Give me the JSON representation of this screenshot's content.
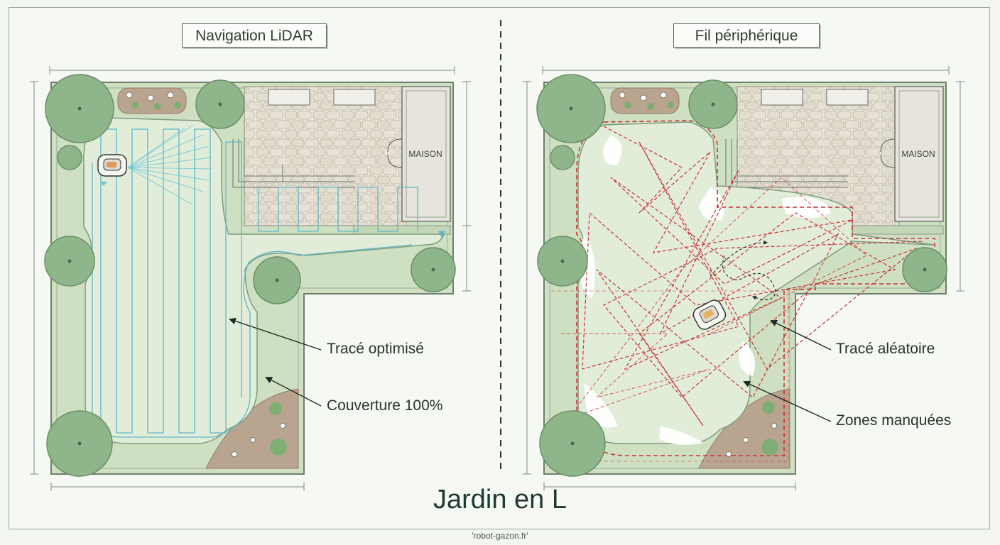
{
  "panels": {
    "left": {
      "title": "Navigation LiDAR",
      "house_label": "MAISON",
      "callouts": [
        "Tracé optimisé",
        "Couverture 100%"
      ]
    },
    "right": {
      "title": "Fil périphérique",
      "house_label": "MAISON",
      "callouts": [
        "Tracé aléatoire",
        "Zones manquées"
      ]
    }
  },
  "main_title": "Jardin en L",
  "footer": "'robot-gazon.fr'",
  "colors": {
    "lawn": "#cfe0c2",
    "lawn_inner": "#e2edd9",
    "border": "#8a9a88",
    "tree": "#8fb58a",
    "lidar_path": "#5fb8c9",
    "random_path": "#c8343a",
    "stone": "#e6e2d6",
    "flowerbed": "#b9a58f"
  }
}
